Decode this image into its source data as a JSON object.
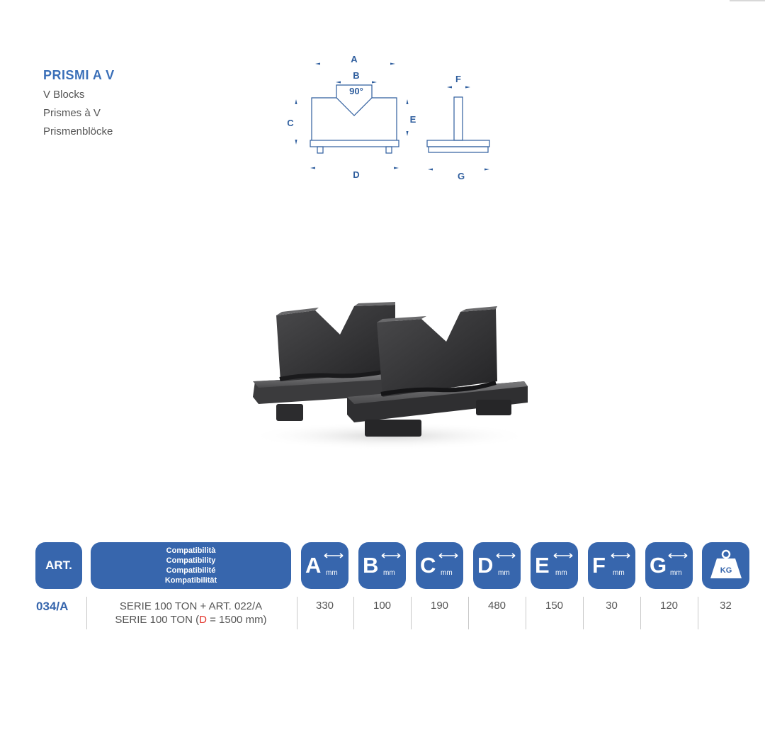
{
  "title": {
    "main": "PRISMI A V",
    "translations": [
      "V Blocks",
      "Prismes à V",
      "Prismenblöcke"
    ]
  },
  "diagram": {
    "labels": {
      "A": "A",
      "B": "B",
      "C": "C",
      "D": "D",
      "E": "E",
      "F": "F",
      "G": "G",
      "angle": "90°"
    },
    "color": "#2f5e9e"
  },
  "table": {
    "headers": {
      "art": "ART.",
      "compat": [
        "Compatibilità",
        "Compatibility",
        "Compatibilité",
        "Kompatibilität"
      ],
      "dims": [
        {
          "letter": "A",
          "unit": "mm"
        },
        {
          "letter": "B",
          "unit": "mm"
        },
        {
          "letter": "C",
          "unit": "mm"
        },
        {
          "letter": "D",
          "unit": "mm"
        },
        {
          "letter": "E",
          "unit": "mm"
        },
        {
          "letter": "F",
          "unit": "mm"
        },
        {
          "letter": "G",
          "unit": "mm"
        }
      ],
      "weight": "KG"
    },
    "row": {
      "art": "034/A",
      "compat_line1": "SERIE 100 TON + ART. 022/A",
      "compat_line2_pre": "SERIE 100 TON (",
      "compat_line2_red": "D",
      "compat_line2_post": " = 1500 mm)",
      "values": [
        "330",
        "100",
        "190",
        "480",
        "150",
        "30",
        "120",
        "32"
      ]
    },
    "header_color": "#3766ad",
    "accent_red": "#e2332a"
  }
}
